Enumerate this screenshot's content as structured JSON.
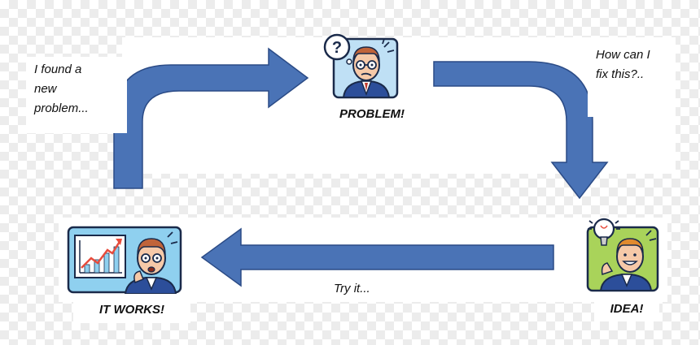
{
  "captions": {
    "found": [
      "I found a",
      "new",
      "problem..."
    ],
    "fix": [
      "How can I",
      "fix this?.."
    ],
    "try": "Try it...",
    "problem": "PROBLEM!",
    "idea": "IDEA!",
    "works": "IT WORKS!"
  },
  "icons": {
    "problem": "confused-man-question-icon",
    "idea": "smiling-man-lightbulb-icon",
    "works": "man-growth-chart-icon"
  },
  "colors": {
    "arrow_fill": "#4a73b6",
    "arrow_stroke": "#2b4b86",
    "problem_bg": "#bfe0f5",
    "idea_bg": "#a9d35a",
    "works_bg": "#8fd0ef"
  }
}
